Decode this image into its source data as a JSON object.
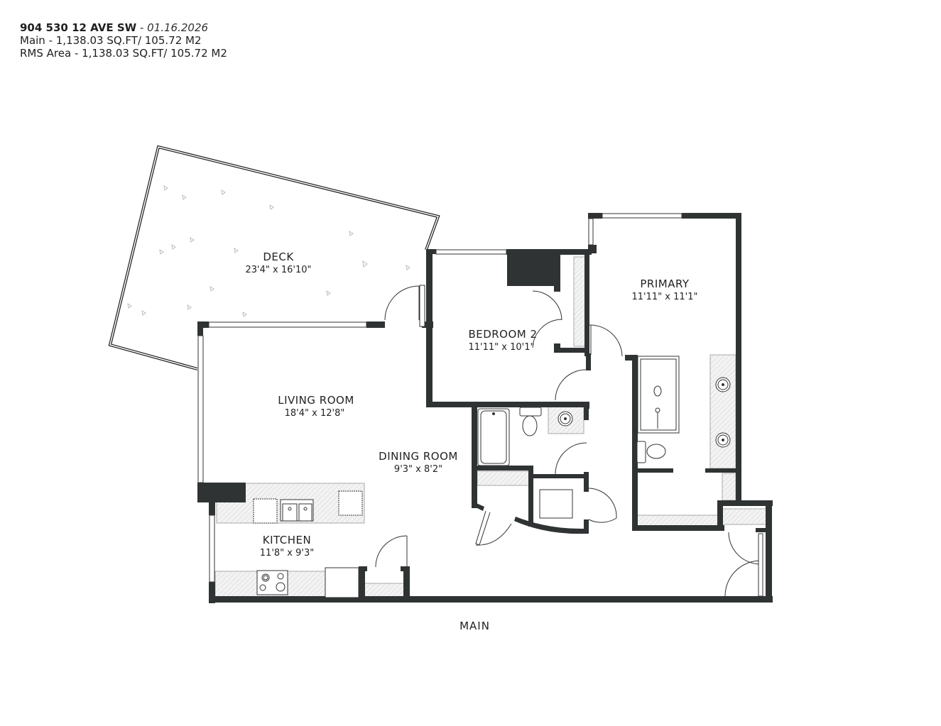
{
  "header": {
    "address": "904 530 12 AVE SW",
    "date": "- 01.16.2026",
    "main_area": "Main - 1,138.03 SQ.FT/ 105.72 M2",
    "rms_area": "RMS Area - 1,138.03 SQ.FT/ 105.72 M2"
  },
  "rooms": [
    {
      "name": "DECK",
      "dimensions": "23'4\" x 16'10\""
    },
    {
      "name": "BEDROOM 2",
      "dimensions": "11'11\" x 10'1\""
    },
    {
      "name": "PRIMARY",
      "dimensions": "11'11\" x 11'1\""
    },
    {
      "name": "LIVING ROOM",
      "dimensions": "18'4\" x 12'8\""
    },
    {
      "name": "DINING ROOM",
      "dimensions": "9'3\" x 8'2\""
    },
    {
      "name": "KITCHEN",
      "dimensions": "11'8\" x 9'3\""
    }
  ],
  "floor_label": "MAIN",
  "colors": {
    "wall": "#2f3333",
    "counter_hatch": "#e6e6e6",
    "line": "#333333"
  }
}
